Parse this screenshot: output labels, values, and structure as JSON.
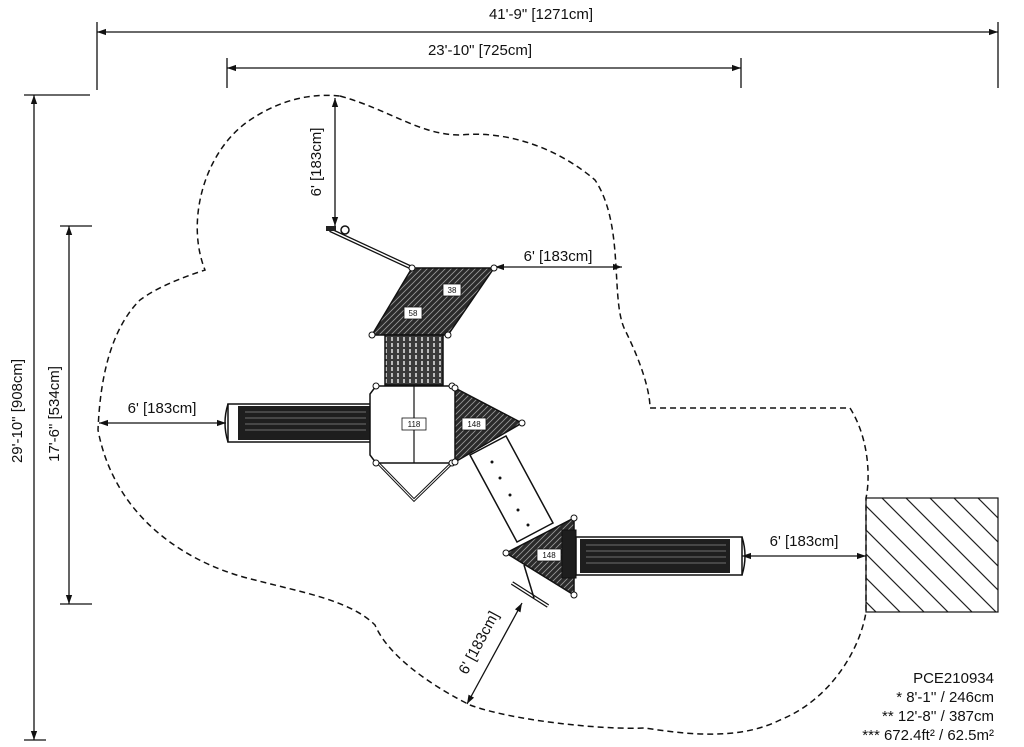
{
  "dimensions": {
    "overall_width": "41'-9\" [1271cm]",
    "equipment_width": "23'-10\" [725cm]",
    "overall_depth": "29'-10\" [908cm]",
    "equipment_depth": "17'-6\" [534cm]",
    "clearance_top": "6' [183cm]",
    "clearance_upper_right": "6' [183cm]",
    "clearance_left": "6' [183cm]",
    "clearance_right": "6' [183cm]",
    "clearance_bottom": "6' [183cm]"
  },
  "deck_heights": {
    "deck_upper_left": "58",
    "deck_upper_right": "38",
    "deck_center": "118",
    "deck_right": "148",
    "deck_lower": "148"
  },
  "legend": {
    "model": "PCE210934",
    "line1": "* 8'-1'' / 246cm",
    "line2": "** 12'-8'' / 387cm",
    "line3": "*** 672.4ft² / 62.5m²"
  },
  "colors": {
    "line": "#111111",
    "panel_fill": "#2a2a2a",
    "background": "#ffffff"
  }
}
